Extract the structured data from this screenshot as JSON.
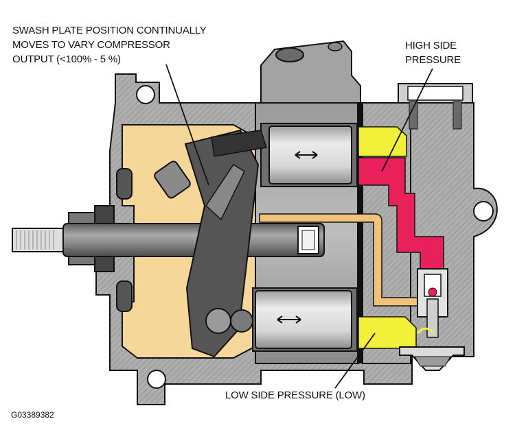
{
  "labels": {
    "swash_plate": [
      "SWASH PLATE POSITION CONTINUALLY",
      "MOVES TO VARY COMPRESSOR",
      "OUTPUT (<100% - 5 %)"
    ],
    "high_side": [
      "HIGH SIDE",
      "PRESSURE"
    ],
    "low_side": "LOW SIDE PRESSURE (LOW)"
  },
  "figure_code": "G03389382",
  "colors": {
    "housing": "#aeaeae",
    "crankcase_oil": "#f5d79a",
    "high_pressure": "#e8215a",
    "low_pressure": "#f3f03a",
    "piston": "#d2d2d2",
    "shaft": "#8f8f8f",
    "dark_parts": "#333333"
  }
}
